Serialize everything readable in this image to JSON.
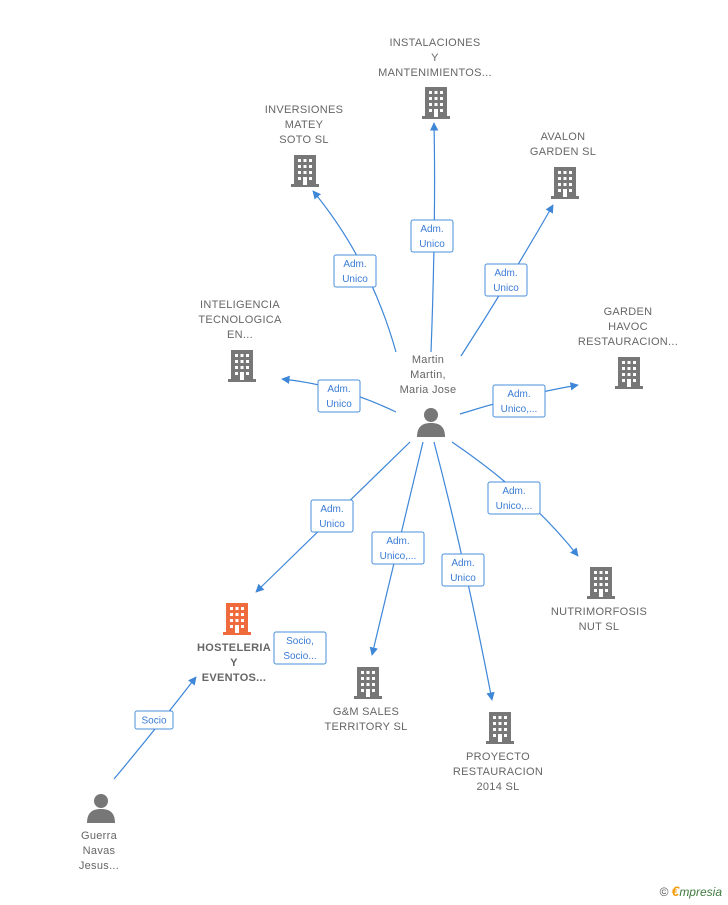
{
  "colors": {
    "edge": "#3d86d8",
    "company": "#777777",
    "highlight": "#ef6a3c",
    "person": "#777777"
  },
  "nodes": [
    {
      "id": "center",
      "type": "person",
      "lines": [
        "Martin",
        "Martin,",
        "Maria Jose"
      ],
      "icon": "person-icon"
    },
    {
      "id": "instalaciones",
      "type": "company",
      "lines": [
        "INSTALACIONES",
        "Y",
        "MANTENIMIENTOS..."
      ],
      "icon": "building-icon"
    },
    {
      "id": "inversiones",
      "type": "company",
      "lines": [
        "INVERSIONES",
        "MATEY",
        "SOTO  SL"
      ],
      "icon": "building-icon"
    },
    {
      "id": "avalon",
      "type": "company",
      "lines": [
        "AVALON",
        "GARDEN  SL"
      ],
      "icon": "building-icon"
    },
    {
      "id": "inteligencia",
      "type": "company",
      "lines": [
        "INTELIGENCIA",
        "TECNOLOGICA",
        "EN..."
      ],
      "icon": "building-icon"
    },
    {
      "id": "garden",
      "type": "company",
      "lines": [
        "GARDEN",
        "HAVOC",
        "RESTAURACION..."
      ],
      "icon": "building-icon"
    },
    {
      "id": "hosteleria",
      "type": "company-highlight",
      "lines": [
        "HOSTELERIA",
        "Y",
        "EVENTOS..."
      ],
      "icon": "building-icon"
    },
    {
      "id": "gm",
      "type": "company",
      "lines": [
        "G&M SALES",
        "TERRITORY  SL"
      ],
      "icon": "building-icon"
    },
    {
      "id": "proyecto",
      "type": "company",
      "lines": [
        "PROYECTO",
        "RESTAURACION",
        "2014  SL"
      ],
      "icon": "building-icon"
    },
    {
      "id": "nutrimorfosis",
      "type": "company",
      "lines": [
        "NUTRIMORFOSIS",
        "NUT  SL"
      ],
      "icon": "building-icon"
    },
    {
      "id": "guerra",
      "type": "person",
      "lines": [
        "Guerra",
        "Navas",
        "Jesus..."
      ],
      "icon": "person-icon"
    }
  ],
  "edges": [
    {
      "from": "center",
      "to": "instalaciones",
      "label": [
        "Adm.",
        "Unico"
      ]
    },
    {
      "from": "center",
      "to": "inversiones",
      "label": [
        "Adm.",
        "Unico"
      ]
    },
    {
      "from": "center",
      "to": "avalon",
      "label": [
        "Adm.",
        "Unico"
      ]
    },
    {
      "from": "center",
      "to": "inteligencia",
      "label": [
        "Adm.",
        "Unico"
      ]
    },
    {
      "from": "center",
      "to": "garden",
      "label": [
        "Adm.",
        "Unico,..."
      ]
    },
    {
      "from": "center",
      "to": "hosteleria",
      "label": [
        "Adm.",
        "Unico"
      ]
    },
    {
      "from": "center",
      "to": "gm",
      "label": [
        "Adm.",
        "Unico,..."
      ]
    },
    {
      "from": "center",
      "to": "proyecto",
      "label": [
        "Adm.",
        "Unico"
      ]
    },
    {
      "from": "center",
      "to": "nutrimorfosis",
      "label": [
        "Adm.",
        "Unico,..."
      ]
    },
    {
      "from": "guerra",
      "to": "hosteleria",
      "label": [
        "Socio"
      ]
    },
    {
      "from": "hosteleria",
      "to": "hosteleria",
      "label": [
        "Socio,",
        "Socio..."
      ]
    }
  ],
  "watermark": {
    "copyright": "©",
    "brand_initial": "€",
    "brand_rest": "mpresia"
  }
}
